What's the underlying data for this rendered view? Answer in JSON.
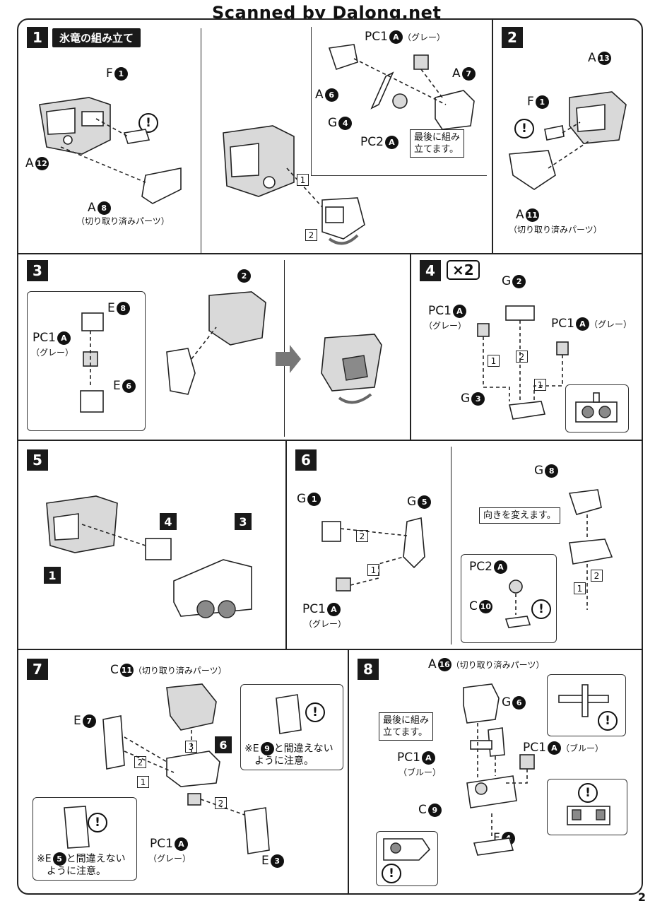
{
  "header": {
    "scan_credit": "Scanned by Dalong.net"
  },
  "page_number": "2",
  "warning_glyph": "!",
  "colors": {
    "ink": "#1a1a1a",
    "part_grey": "#d9d9d9",
    "paper": "#ffffff"
  },
  "step1": {
    "number": "1",
    "title": "氷竜の組み立て",
    "parts": {
      "f1": {
        "letter": "F",
        "num": "1"
      },
      "a12": {
        "letter": "A",
        "num": "12"
      },
      "a8": {
        "letter": "A",
        "num": "8"
      },
      "a8_note": "（切り取り済みパーツ）",
      "pc1": {
        "letter": "PC1",
        "num": "A",
        "note": "（グレー）"
      },
      "a6": {
        "letter": "A",
        "num": "6"
      },
      "a7": {
        "letter": "A",
        "num": "7"
      },
      "g4": {
        "letter": "G",
        "num": "4"
      },
      "pc2": {
        "letter": "PC2",
        "num": "A"
      }
    },
    "last_note_line1": "最後に組み",
    "last_note_line2": "立てます。",
    "seq1": "1",
    "seq2": "2"
  },
  "step2": {
    "number": "2",
    "parts": {
      "a13": {
        "letter": "A",
        "num": "13"
      },
      "f1": {
        "letter": "F",
        "num": "1"
      },
      "a11": {
        "letter": "A",
        "num": "11"
      }
    },
    "a11_note": "（切り取り済みパーツ）"
  },
  "step3": {
    "number": "3",
    "ref": "2",
    "parts": {
      "e8": {
        "letter": "E",
        "num": "8"
      },
      "pc1": {
        "letter": "PC1",
        "num": "A",
        "note": "（グレー）"
      },
      "e6": {
        "letter": "E",
        "num": "6"
      }
    }
  },
  "step4": {
    "number": "4",
    "multiplier": "×2",
    "parts": {
      "g2": {
        "letter": "G",
        "num": "2"
      },
      "pc1_left": {
        "letter": "PC1",
        "num": "A",
        "note": "（グレー）"
      },
      "pc1_right": {
        "letter": "PC1",
        "num": "A",
        "note": "（グレー）"
      },
      "g3": {
        "letter": "G",
        "num": "3"
      }
    },
    "seq1a": "1",
    "seq2": "2",
    "seq1b": "1"
  },
  "step5": {
    "number": "5",
    "refs": {
      "r4": "4",
      "r3": "3",
      "r1": "1"
    }
  },
  "step6": {
    "number": "6",
    "parts": {
      "g1": {
        "letter": "G",
        "num": "1"
      },
      "g5": {
        "letter": "G",
        "num": "5"
      },
      "pc1": {
        "letter": "PC1",
        "num": "A",
        "note": "（グレー）"
      },
      "g8": {
        "letter": "G",
        "num": "8"
      },
      "pc2": {
        "letter": "PC2",
        "num": "A"
      },
      "c10": {
        "letter": "C",
        "num": "10"
      }
    },
    "orient_note": "向きを変えます。",
    "seq2": "2",
    "seq1": "1",
    "seq1b": "1",
    "seq2b": "2"
  },
  "step7": {
    "number": "7",
    "parts": {
      "c11": {
        "letter": "C",
        "num": "11"
      },
      "e7": {
        "letter": "E",
        "num": "7"
      },
      "pc1": {
        "letter": "PC1",
        "num": "A",
        "note": "（グレー）"
      },
      "e3": {
        "letter": "E",
        "num": "3"
      }
    },
    "c11_note": "（切り取り済みパーツ）",
    "ref6": "6",
    "seq3": "3",
    "seq2": "2",
    "seq1": "1",
    "seq2b": "2",
    "warn_e9_line1": "※E",
    "warn_e9_num": "9",
    "warn_e9_line1b": "と間違えない",
    "warn_e9_line2": "ように注意。",
    "warn_e5_line1": "※E",
    "warn_e5_num": "5",
    "warn_e5_line1b": "と間違えない",
    "warn_e5_line2": "ように注意。"
  },
  "step8": {
    "number": "8",
    "parts": {
      "a16": {
        "letter": "A",
        "num": "16"
      },
      "g6": {
        "letter": "G",
        "num": "6"
      },
      "pc1_left": {
        "letter": "PC1",
        "num": "A",
        "note": "（ブルー）"
      },
      "pc1_right": {
        "letter": "PC1",
        "num": "A",
        "note": "（ブルー）"
      },
      "c9": {
        "letter": "C",
        "num": "9"
      },
      "f4": {
        "letter": "F",
        "num": "4"
      }
    },
    "a16_note": "（切り取り済みパーツ）",
    "last_note_line1": "最後に組み",
    "last_note_line2": "立てます。"
  }
}
